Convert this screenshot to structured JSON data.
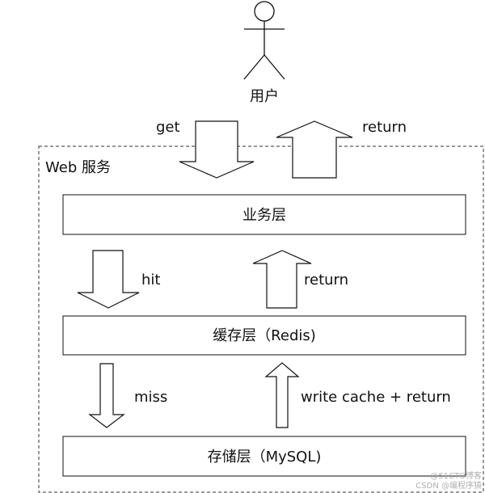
{
  "user": {
    "label": "用户"
  },
  "service": {
    "label": "Web 服务"
  },
  "layers": {
    "business": "业务层",
    "cache": "缓存层（Redis)",
    "storage": "存储层（MySQL)"
  },
  "arrows": {
    "get": "get",
    "return_top": "return",
    "hit": "hit",
    "return_mid": "return",
    "miss": "miss",
    "write_cache_return": "write cache + return"
  },
  "watermark": {
    "line1": "@51CTO博客",
    "line2": "CSDN @编程序猿"
  }
}
